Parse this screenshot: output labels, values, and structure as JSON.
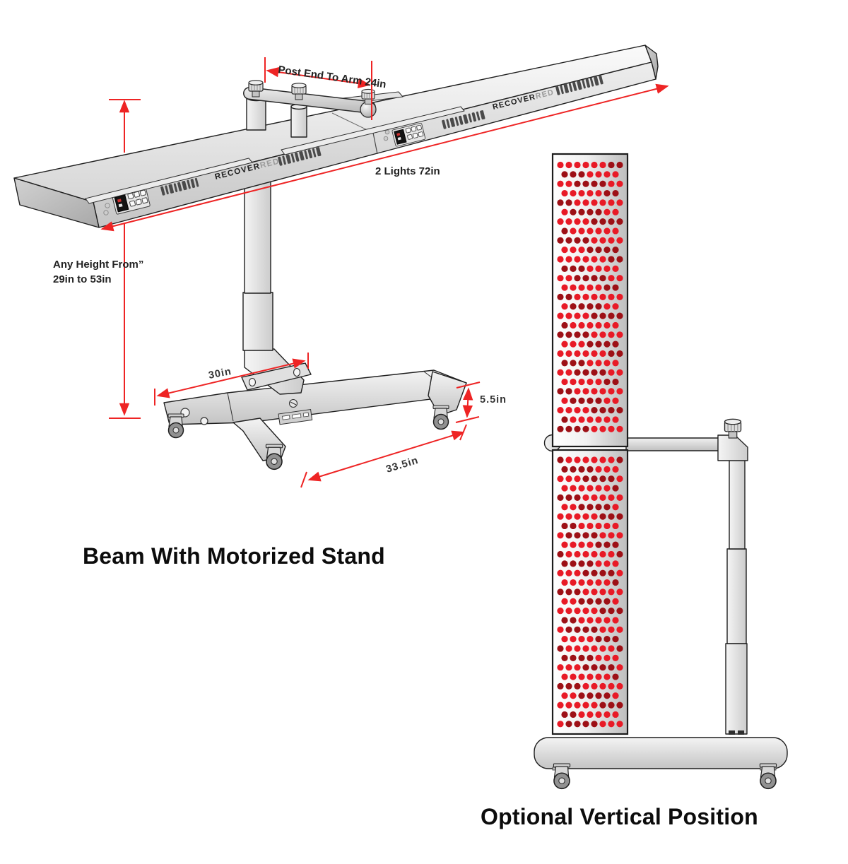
{
  "titles": {
    "left": "Beam With Motorized Stand",
    "right": "Optional Vertical Position"
  },
  "brand": {
    "bold": "RECOVER",
    "light": "RED"
  },
  "dims": {
    "post_end_to_arm": "Post End To Arm 24in",
    "two_lights": "2 Lights 72in",
    "height_line1": "Any Height From”",
    "height_line2": "29in to 53in",
    "leg_depth": "30in",
    "base_height": "5.5in",
    "base_width": "33.5in"
  },
  "colors": {
    "accent_red": "#ee2424",
    "led_bright": "#e81a26",
    "led_dark": "#9d1016"
  },
  "led_panel": {
    "columns_even": 8,
    "columns_odd": 7,
    "rows_per_segment": 29
  }
}
